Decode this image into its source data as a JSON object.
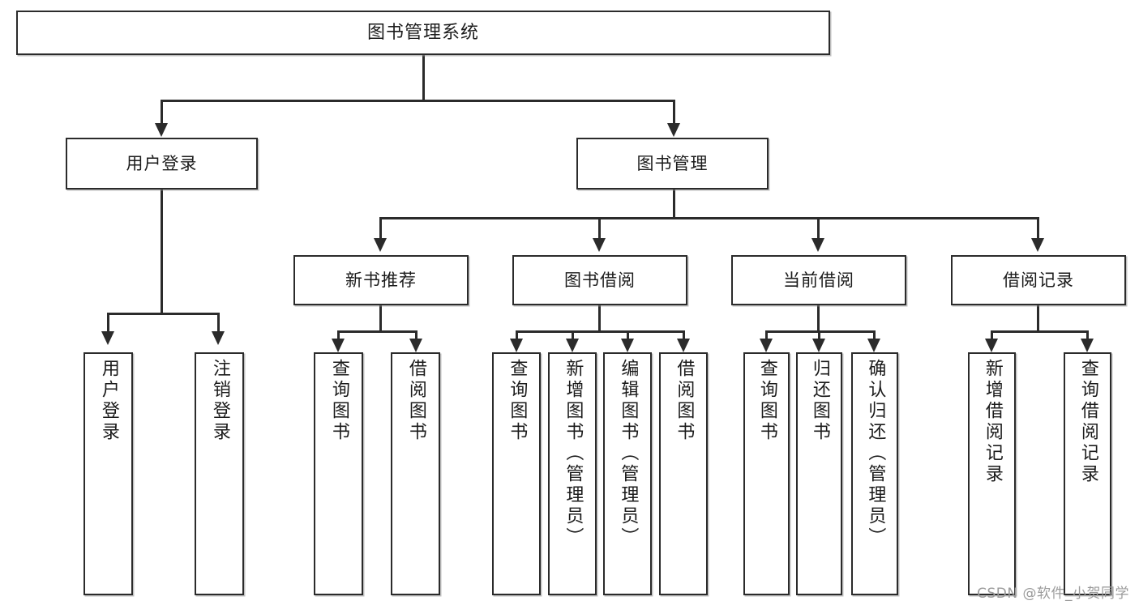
{
  "diagram": {
    "title": "图书管理系统",
    "watermark": "CSDN @软件_小贺同学",
    "accent_color": "#2b2b2b",
    "background_color": "#ffffff",
    "box_fill": "#ffffff",
    "watermark_color": "#9b9b9b"
  },
  "root": {
    "label": "图书管理系统"
  },
  "level2": [
    {
      "label": "用户登录"
    },
    {
      "label": "图书管理"
    }
  ],
  "level3": [
    {
      "label": "新书推荐"
    },
    {
      "label": "图书借阅"
    },
    {
      "label": "当前借阅"
    },
    {
      "label": "借阅记录"
    }
  ],
  "leaves": {
    "user_login": [
      {
        "label": "用户登录"
      },
      {
        "label": "注销登录"
      }
    ],
    "new_book": [
      {
        "label": "查询图书"
      },
      {
        "label": "借阅图书"
      }
    ],
    "book_borrow": [
      {
        "label": "查询图书"
      },
      {
        "label": "新增图书（管理员）"
      },
      {
        "label": "编辑图书（管理员）"
      },
      {
        "label": "借阅图书"
      }
    ],
    "current_borrow": [
      {
        "label": "查询图书"
      },
      {
        "label": "归还图书"
      },
      {
        "label": "确认归还（管理员）"
      }
    ],
    "borrow_record": [
      {
        "label": "新增借阅记录"
      },
      {
        "label": "查询借阅记录"
      }
    ]
  }
}
